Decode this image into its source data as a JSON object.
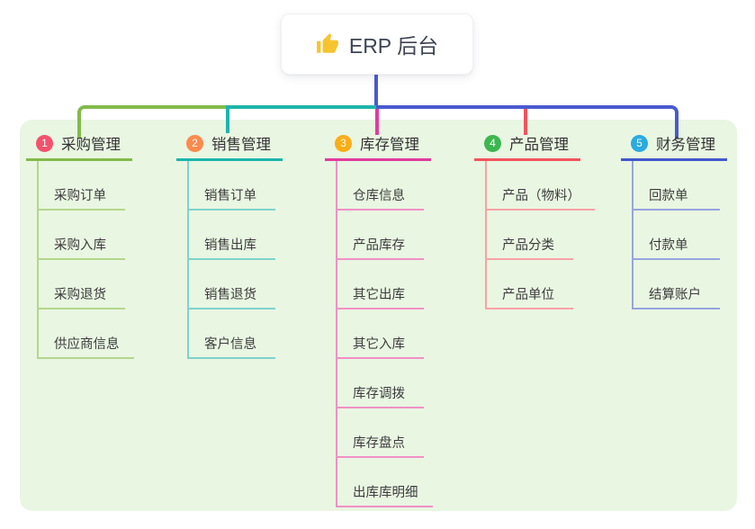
{
  "root": {
    "title": "ERP 后台",
    "icon": "thumbs-up-icon"
  },
  "branches": [
    {
      "badge": "1",
      "label": "采购管理",
      "color": "#82ba4b",
      "light_color": "#b3d78a",
      "badge_color": "#f4516c",
      "children": [
        "采购订单",
        "采购入库",
        "采购退货",
        "供应商信息"
      ]
    },
    {
      "badge": "2",
      "label": "销售管理",
      "color": "#1db5ac",
      "light_color": "#7fd3cc",
      "badge_color": "#fb8a4d",
      "children": [
        "销售订单",
        "销售出库",
        "销售退货",
        "客户信息"
      ]
    },
    {
      "badge": "3",
      "label": "库存管理",
      "color": "#e13c9d",
      "light_color": "#f091c6",
      "badge_color": "#fbad18",
      "children": [
        "仓库信息",
        "产品库存",
        "其它出库",
        "其它入库",
        "库存调拨",
        "库存盘点",
        "出库库明细"
      ]
    },
    {
      "badge": "4",
      "label": "产品管理",
      "color": "#f4545c",
      "light_color": "#f8a2a6",
      "badge_color": "#3cb650",
      "children": [
        "产品（物料）",
        "产品分类",
        "产品单位"
      ]
    },
    {
      "badge": "5",
      "label": "财务管理",
      "color": "#4058cd",
      "light_color": "#96a4dd",
      "badge_color": "#2aabdf",
      "children": [
        "回款单",
        "付款单",
        "结算账户"
      ]
    }
  ],
  "colors": {
    "panel_bg": "#e9f6e2",
    "root_connector": "#4a5ad0",
    "thumb": "#f6c42e",
    "text": "#333333"
  }
}
